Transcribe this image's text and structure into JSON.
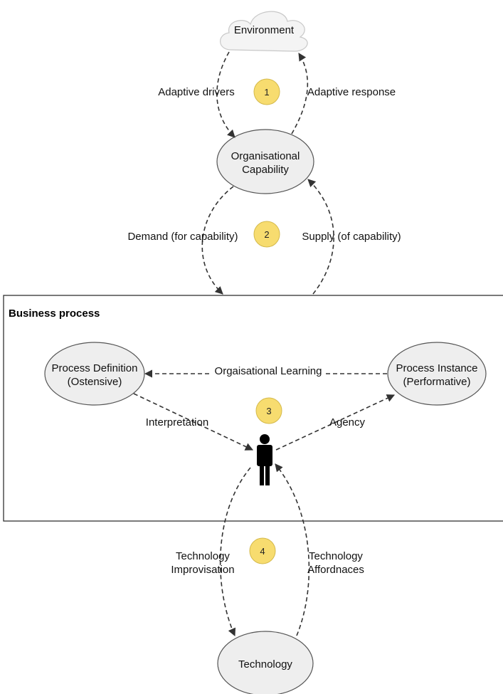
{
  "colors": {
    "badge": "#f7dc6f",
    "badge_stroke": "#d4b94a",
    "node_fill": "#eeeeee",
    "cloud_fill": "#f4f4f4",
    "line": "#333333",
    "person": "#000000"
  },
  "environment": {
    "label": "Environment"
  },
  "org_capability": {
    "line1": "Organisational",
    "line2": "Capability"
  },
  "process_definition": {
    "line1": "Process Definition",
    "line2": "(Ostensive)"
  },
  "process_instance": {
    "line1": "Process Instance",
    "line2": "(Performative)"
  },
  "technology": {
    "label": "Technology"
  },
  "business_process": {
    "title": "Business process"
  },
  "actor": {
    "icon": "person-icon"
  },
  "badges": [
    "1",
    "2",
    "3",
    "4"
  ],
  "edges": {
    "adaptive_drivers": "Adaptive drivers",
    "adaptive_response": "Adaptive response",
    "demand": "Demand (for capability)",
    "supply": "Supply (of capability)",
    "learning": "Orgaisational Learning",
    "interpretation": "Interpretation",
    "agency": "Agency",
    "improvisation_line1": "Technology",
    "improvisation_line2": "Improvisation",
    "affordances_line1": "Technology",
    "affordances_line2": "Affordnaces"
  }
}
